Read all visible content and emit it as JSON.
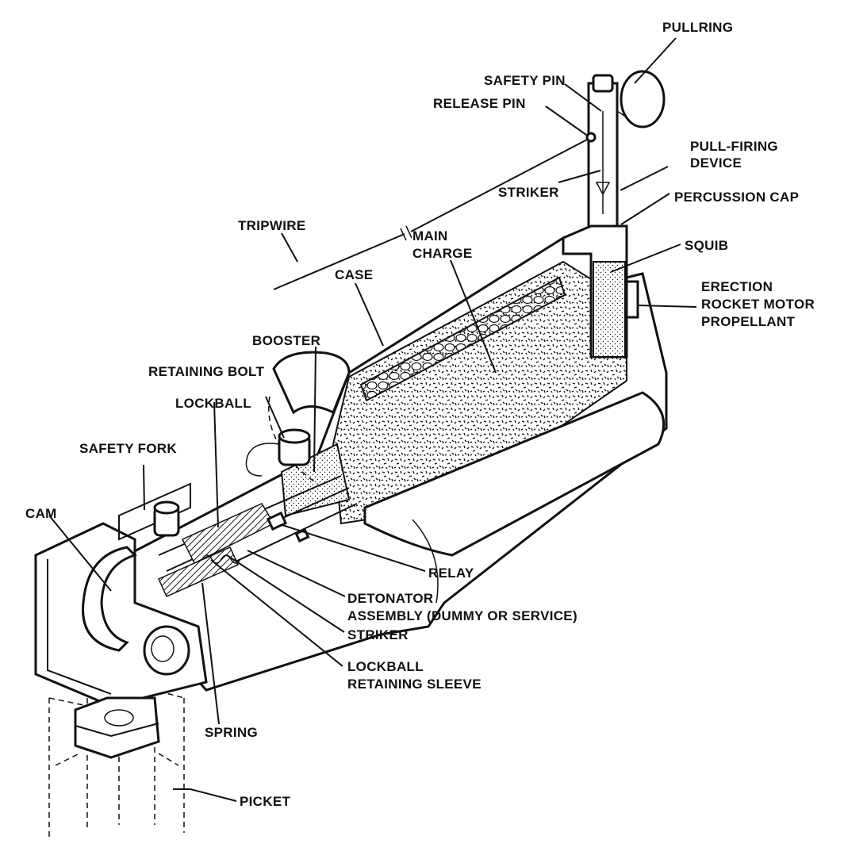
{
  "labels": {
    "pullring": "PULLRING",
    "safety_pin": "SAFETY PIN",
    "release_pin": "RELEASE PIN",
    "pull_firing_device_1": "PULL-FIRING",
    "pull_firing_device_2": "DEVICE",
    "striker_top": "STRIKER",
    "percussion_cap": "PERCUSSION CAP",
    "tripwire": "TRIPWIRE",
    "main_charge_1": "MAIN",
    "main_charge_2": "CHARGE",
    "squib": "SQUIB",
    "case": "CASE",
    "erection_1": "ERECTION",
    "erection_2": "ROCKET MOTOR",
    "erection_3": "PROPELLANT",
    "booster": "BOOSTER",
    "retaining_bolt": "RETAINING BOLT",
    "lockball": "LOCKBALL",
    "safety_fork": "SAFETY FORK",
    "cam": "CAM",
    "relay": "RELAY",
    "detonator_1": "DETONATOR",
    "detonator_2": "ASSEMBLY (DUMMY OR SERVICE)",
    "striker_bottom": "STRIKER",
    "lockball_sleeve_1": "LOCKBALL",
    "lockball_sleeve_2": "RETAINING SLEEVE",
    "spring": "SPRING",
    "picket": "PICKET"
  }
}
